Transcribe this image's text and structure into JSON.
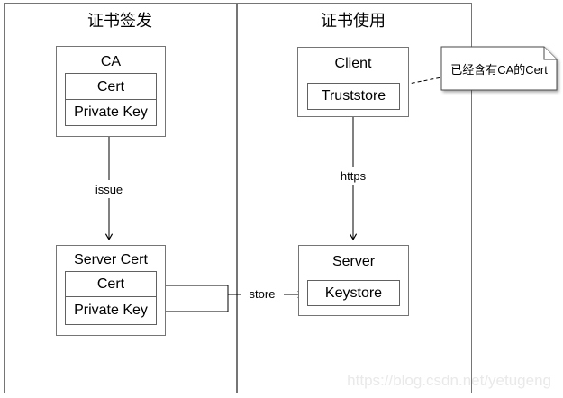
{
  "diagram": {
    "lanes": [
      {
        "title": "证书签发"
      },
      {
        "title": "证书使用"
      }
    ],
    "ca": {
      "title": "CA",
      "cert": "Cert",
      "private_key": "Private Key"
    },
    "server_cert": {
      "title": "Server Cert",
      "cert": "Cert",
      "private_key": "Private Key"
    },
    "client": {
      "title": "Client",
      "truststore": "Truststore"
    },
    "server": {
      "title": "Server",
      "keystore": "Keystore"
    },
    "edges": {
      "issue": "issue",
      "https": "https",
      "store": "store"
    },
    "note": {
      "text": "已经含有CA的Cert"
    }
  },
  "watermark": {
    "text": "https://blog.csdn.net/yetugeng"
  },
  "colors": {
    "lane_border": "#757575",
    "box_border": "#757575",
    "inner_border": "#616161",
    "connector": "#000000",
    "note_border": "#4a4a4a",
    "watermark": "#e9e9e9"
  }
}
